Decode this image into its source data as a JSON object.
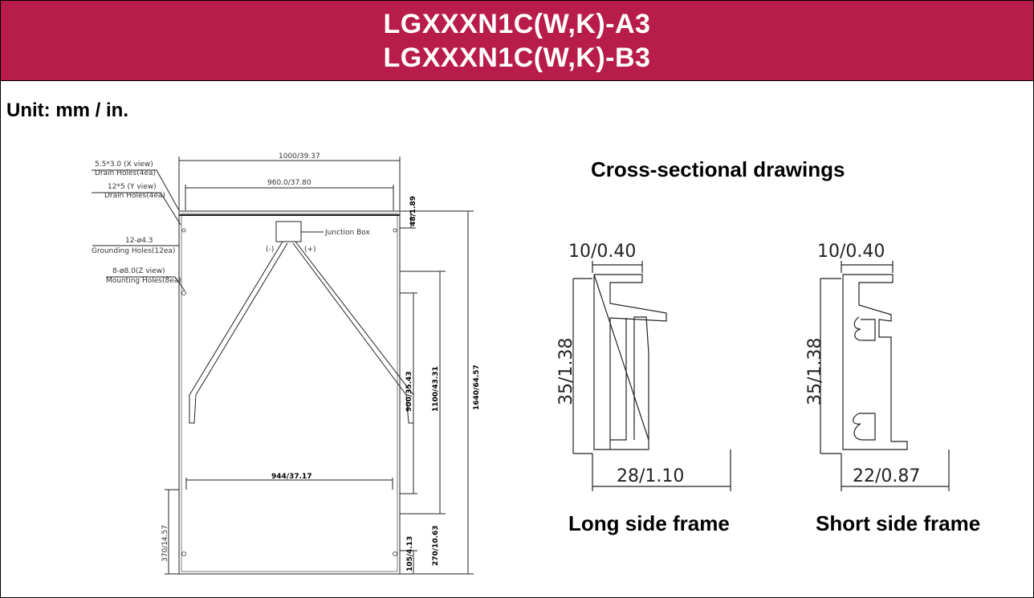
{
  "header": {
    "line1": "LGXXXN1C(W,K)-A3",
    "line2": "LGXXXN1C(W,K)-B3",
    "bg_color": "#b81c4a"
  },
  "unit_label": "Unit: mm / in.",
  "drawing": {
    "width_outer": "1000/39.37",
    "width_inner": "960.0/37.80",
    "drain_x_label": "5.5*3.0 (X view)",
    "drain_x_sub": "Drain Holes(4ea)",
    "drain_y_label": "12*5 (Y view)",
    "drain_y_sub": "Drain Holes(4ea)",
    "grounding_label": "12-ø4.3",
    "grounding_sub": "Grounding Holes(12ea)",
    "mounting_label": "8-ø8.0(Z view)",
    "mounting_sub": "Mounting Holes(8ea)",
    "junction_box": "Junction Box",
    "minus": "(-)",
    "plus": "(+)",
    "frame_depth_top": "48/1.89",
    "height_900": "900/35.43",
    "height_1100": "1100/43.31",
    "height_total": "1640/64.57",
    "width_944": "944/37.17",
    "left_370": "370/14.57",
    "bottom_105": "105/4.13",
    "bottom_270": "270/10.63"
  },
  "cross_section": {
    "title": "Cross-sectional drawings",
    "long": {
      "top": "10/0.40",
      "height": "35/1.38",
      "bottom": "28/1.10",
      "caption": "Long side frame"
    },
    "short": {
      "top": "10/0.40",
      "height": "35/1.38",
      "bottom": "22/0.87",
      "caption": "Short side frame"
    }
  }
}
